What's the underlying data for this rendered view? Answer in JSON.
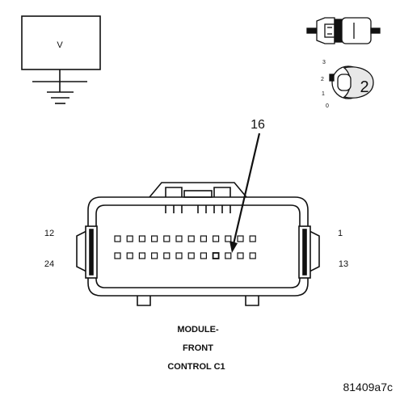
{
  "meter": {
    "symbol": "V"
  },
  "ignition": {
    "positions": [
      "3",
      "2",
      "1",
      "0"
    ],
    "selected": "2"
  },
  "pin_callout": "16",
  "pin_labels": {
    "top_left": "12",
    "bottom_left": "24",
    "top_right": "1",
    "bottom_right": "13"
  },
  "connector": {
    "rows": 2,
    "pins_per_row": 12,
    "highlighted_pin": 16
  },
  "title_lines": [
    "MODULE-",
    "FRONT",
    "CONTROL C1"
  ],
  "figure_id": "81409a7c",
  "colors": {
    "ink": "#111111",
    "background": "#ffffff"
  }
}
